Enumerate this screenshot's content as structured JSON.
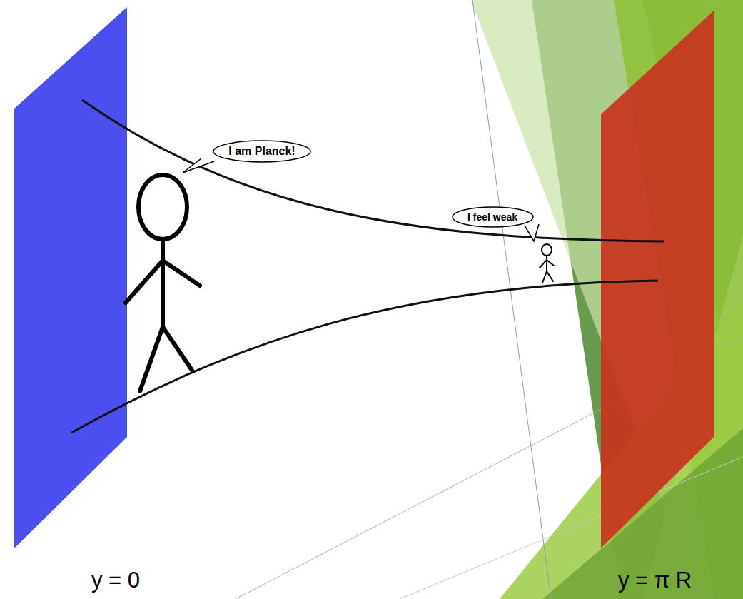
{
  "diagram": {
    "nodes": [
      {
        "text": [
          "I am Planck!"
        ]
      },
      {
        "text": [
          "I feel weak"
        ]
      }
    ],
    "labels": [
      "y = 0",
      "y = π R"
    ]
  }
}
